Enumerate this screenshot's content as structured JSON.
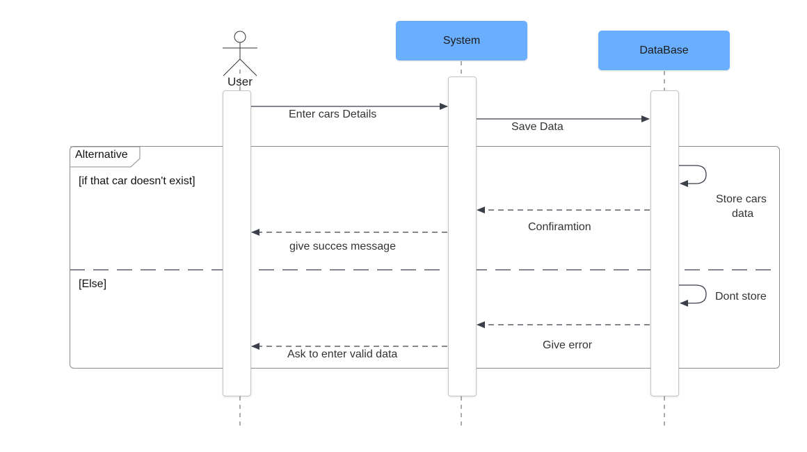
{
  "participants": {
    "user": {
      "label": "User"
    },
    "system": {
      "label": "System"
    },
    "database": {
      "label": "DataBase"
    }
  },
  "messages": {
    "enter_cars_details": "Enter cars Details",
    "save_data": "Save Data",
    "store_cars_data_line1": "Store cars",
    "store_cars_data_line2": "data",
    "confirmation": "Confiramtion",
    "give_success": "give succes message",
    "dont_store": "Dont store",
    "give_error": "Give error",
    "ask_valid_data": "Ask to enter valid data"
  },
  "fragment": {
    "label": "Alternative",
    "guard_if": "[if that car doesn't exist]",
    "guard_else": "[Else]"
  },
  "colors": {
    "participant_box": "#6aaeff",
    "arrow": "#3a3f4a",
    "frame": "#8a8a8a"
  }
}
